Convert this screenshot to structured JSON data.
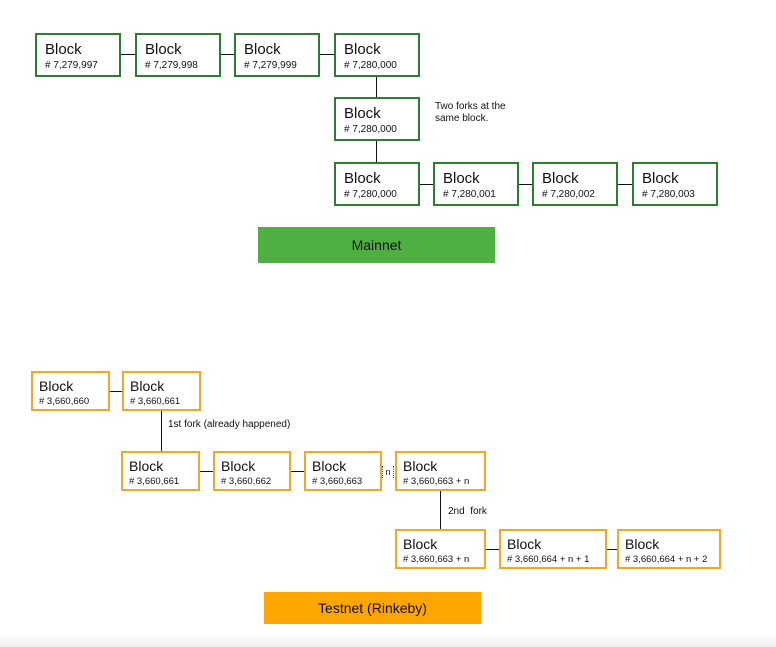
{
  "colors": {
    "mainnet": "#2e7d32",
    "mainnet_label_bg": "#4fb042",
    "testnet": "#f5a623",
    "testnet_label_bg": "#ffa500"
  },
  "mainnet": {
    "label": "Mainnet",
    "fork_note_line1": "Two forks at the",
    "fork_note_line2": "same block.",
    "chain": [
      {
        "title": "Block",
        "number": "# 7,279,997"
      },
      {
        "title": "Block",
        "number": "# 7,279,998"
      },
      {
        "title": "Block",
        "number": "# 7,279,999"
      },
      {
        "title": "Block",
        "number": "# 7,280,000"
      }
    ],
    "fork_block": {
      "title": "Block",
      "number": "# 7,280,000"
    },
    "fork_chain": [
      {
        "title": "Block",
        "number": "# 7,280,000"
      },
      {
        "title": "Block",
        "number": "# 7,280,001"
      },
      {
        "title": "Block",
        "number": "# 7,280,002"
      },
      {
        "title": "Block",
        "number": "# 7,280,003"
      }
    ]
  },
  "testnet": {
    "label": "Testnet (Rinkeby)",
    "first_fork_note": "1st fork (already happened)",
    "second_fork_note": "2nd  fork",
    "gap_marker": "n",
    "chain": [
      {
        "title": "Block",
        "number": "# 3,660,660"
      },
      {
        "title": "Block",
        "number": "# 3,660,661"
      }
    ],
    "fork_chain": [
      {
        "title": "Block",
        "number": "# 3,660,661"
      },
      {
        "title": "Block",
        "number": "# 3,660,662"
      },
      {
        "title": "Block",
        "number": "# 3,660,663"
      },
      {
        "title": "Block",
        "number": "# 3,660,663 + n"
      }
    ],
    "second_fork_chain": [
      {
        "title": "Block",
        "number": "# 3,660,663 + n"
      },
      {
        "title": "Block",
        "number": "# 3,660,664 + n + 1"
      },
      {
        "title": "Block",
        "number": "# 3,660,664 + n + 2"
      }
    ]
  }
}
